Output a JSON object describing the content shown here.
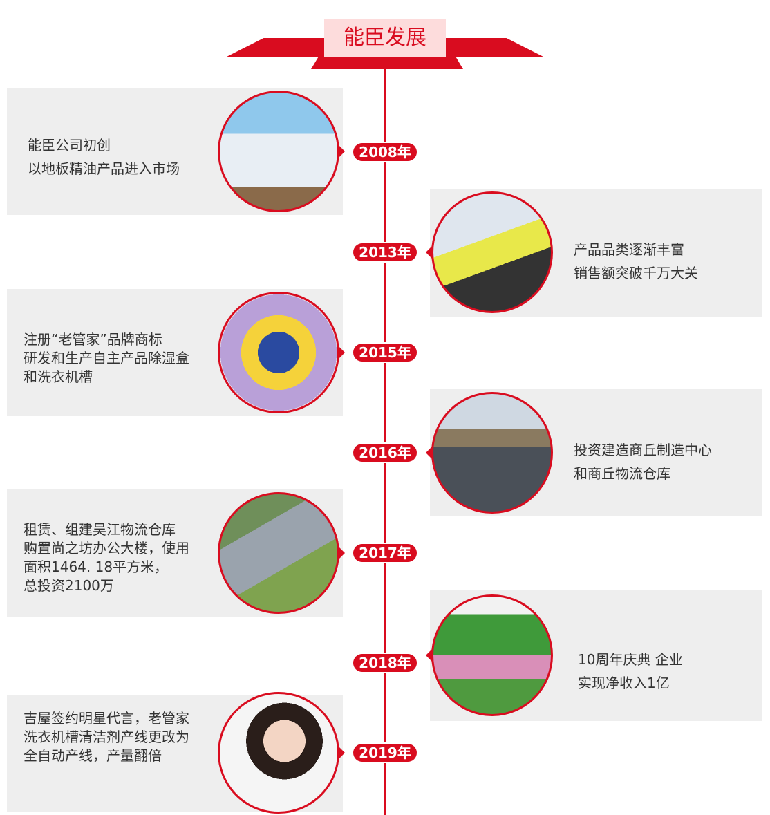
{
  "title": "能臣发展",
  "colors": {
    "accent": "#d90c1f",
    "title_bg": "#fddcdc",
    "panel": "#eeeeee"
  },
  "events": [
    {
      "year": "2008年",
      "lines": [
        "能臣公司初创",
        "以地板精油产品进入市场"
      ],
      "image": "factory-building-photo"
    },
    {
      "year": "2013年",
      "lines": [
        "产品品类逐渐丰富",
        "销售额突破千万大关"
      ],
      "image": "lab-computer-photo"
    },
    {
      "year": "2015年",
      "lines": [
        "注册“老管家”品牌商标",
        "研发和生产自主产品除湿盒",
        "和洗衣机槽"
      ],
      "image": "product-packaging-photo"
    },
    {
      "year": "2016年",
      "lines": [
        "投资建造商丘制造中心",
        "和商丘物流仓库"
      ],
      "image": "warehouse-conveyor-photo"
    },
    {
      "year": "2017年",
      "lines": [
        "租赁、组建吴江物流仓库",
        "购置尚之坊办公大楼，使用",
        "面积1464. 18平方米，",
        "总投资2100万"
      ],
      "image": "aerial-campus-photo"
    },
    {
      "year": "2018年",
      "lines": [
        "10周年庆典  企业",
        "实现净收入1亿"
      ],
      "image": "celebration-photo"
    },
    {
      "year": "2019年",
      "lines": [
        "吉屋签约明星代言，老管家",
        "洗衣机槽清洁剂产线更改为",
        "全自动产线，产量翻倍"
      ],
      "image": "spokesperson-portrait-photo"
    }
  ]
}
